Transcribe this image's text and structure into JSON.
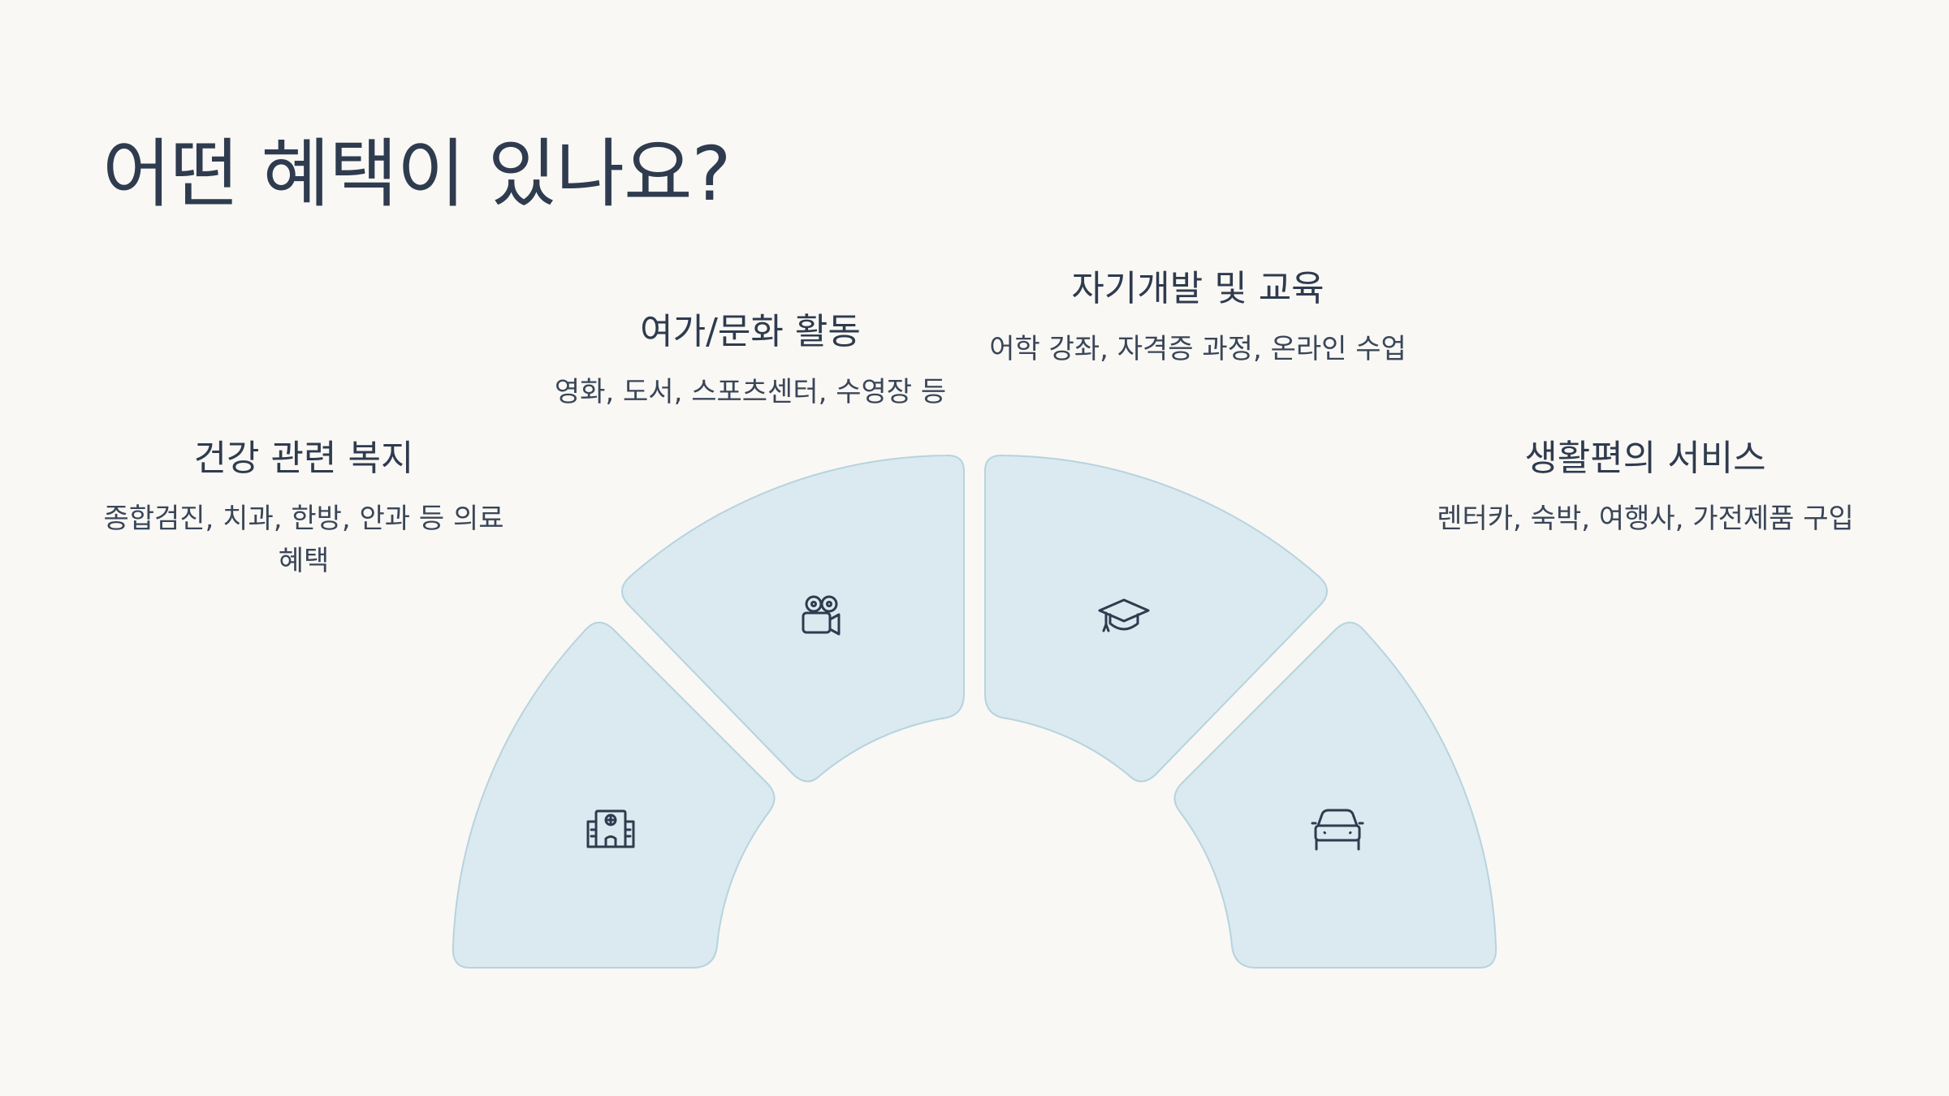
{
  "title": "어떤 혜택이 있나요?",
  "colors": {
    "background": "#f9f8f5",
    "segment_fill": "#daeaf0",
    "segment_stroke": "#b7d3dd",
    "text": "#2f3b4e"
  },
  "benefits": [
    {
      "title": "건강 관련 복지",
      "description": "종합검진, 치과, 한방, 안과 등 의료 혜택",
      "icon": "hospital-icon"
    },
    {
      "title": "여가/문화 활동",
      "description": "영화, 도서, 스포츠센터, 수영장 등",
      "icon": "movie-camera-icon"
    },
    {
      "title": "자기개발 및 교육",
      "description": "어학 강좌, 자격증 과정, 온라인 수업",
      "icon": "graduation-cap-icon"
    },
    {
      "title": "생활편의 서비스",
      "description": "렌터카, 숙박, 여행사, 가전제품 구입",
      "icon": "car-icon"
    }
  ]
}
